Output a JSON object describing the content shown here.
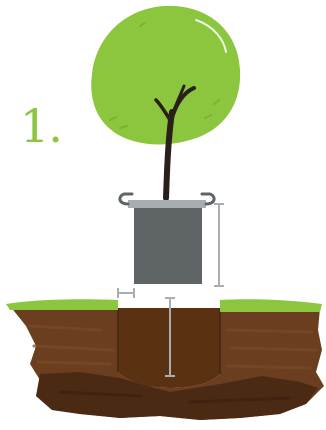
{
  "step": {
    "label": "1."
  },
  "colors": {
    "accent_green": "#8cc63f",
    "canopy_green": "#8cc63f",
    "grass_green": "#8cc63f",
    "trunk": "#2a1f1a",
    "pot": "#5f6467",
    "pot_rim": "#8f969a",
    "soil_dark": "#4b2a14",
    "soil_mid": "#6a3e1f",
    "hole_fill": "#5a3212",
    "measure_line": "#a8aeb2"
  },
  "icons": {
    "tree": "tree-illustration",
    "pot": "pot-illustration",
    "hole": "planting-hole-illustration"
  }
}
